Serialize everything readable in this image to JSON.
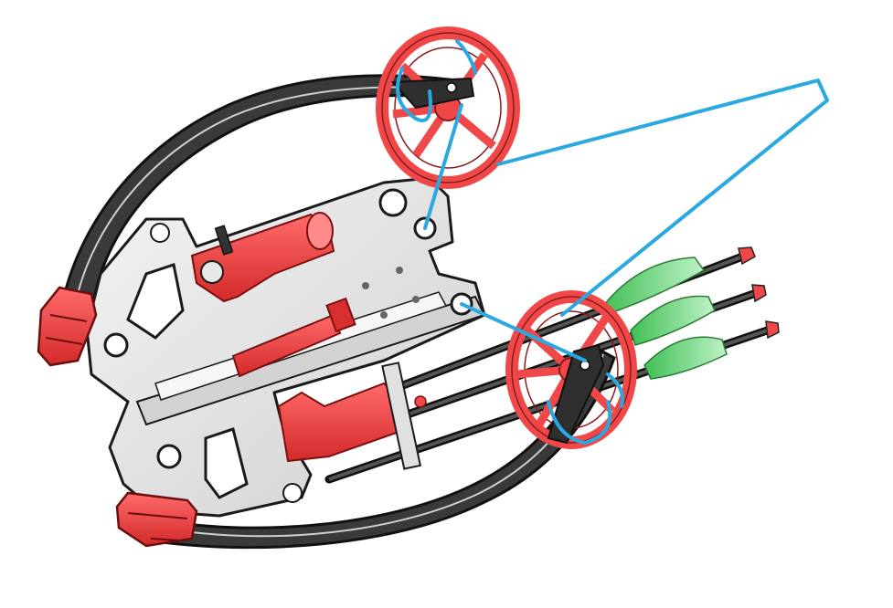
{
  "scene": {
    "subject": "compound-crossbow-cad-render",
    "background": "#ffffff"
  },
  "colors": {
    "limb": "#3a3a3a",
    "limb_edge": "#111111",
    "frame": "#e9e9e9",
    "frame_edge": "#1a1a1a",
    "accent_red": "#f04848",
    "string_blue": "#2aa8e0",
    "fletch_green": "#8fe39a",
    "arrow_shaft": "#3b3b3b"
  },
  "components": {
    "upper_cam": "cam-wheel",
    "lower_cam": "cam-wheel",
    "bowstring": "string",
    "arrows": 3,
    "stirrup_blocks": 2
  }
}
